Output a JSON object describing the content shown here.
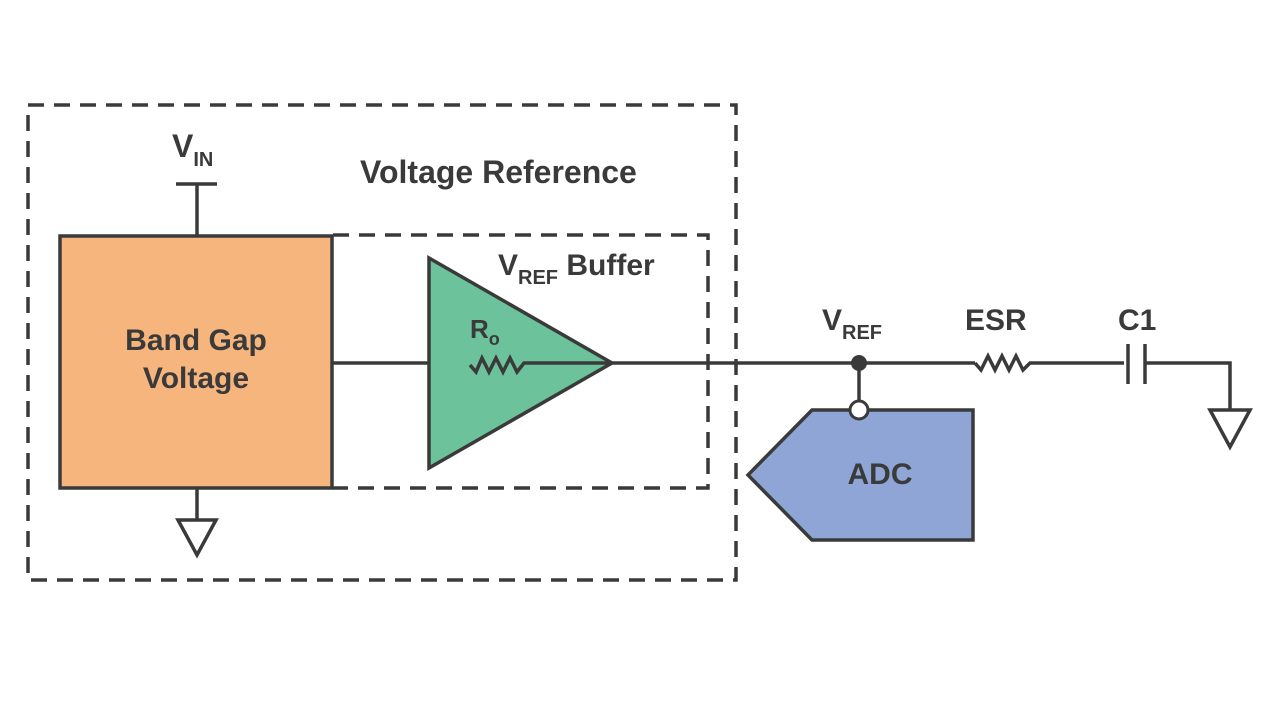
{
  "diagram": {
    "outer_block": {
      "label": "Voltage Reference"
    },
    "buffer_block": {
      "label_main": "V",
      "label_sub": "REF",
      "label_suffix": " Buffer"
    },
    "band_gap": {
      "line1": "Band Gap",
      "line2": "Voltage",
      "fill": "#f7b57e"
    },
    "amplifier": {
      "resistor_label_main": "R",
      "resistor_label_sub": "o",
      "fill": "#6cc29a"
    },
    "vin": {
      "label_main": "V",
      "label_sub": "IN"
    },
    "vref_node": {
      "label_main": "V",
      "label_sub": "REF"
    },
    "esr": {
      "label": "ESR"
    },
    "c1": {
      "label": "C1"
    },
    "adc": {
      "label": "ADC",
      "fill": "#8ea5d6"
    },
    "colors": {
      "line": "#3a3a3a",
      "background": "#ffffff"
    }
  }
}
